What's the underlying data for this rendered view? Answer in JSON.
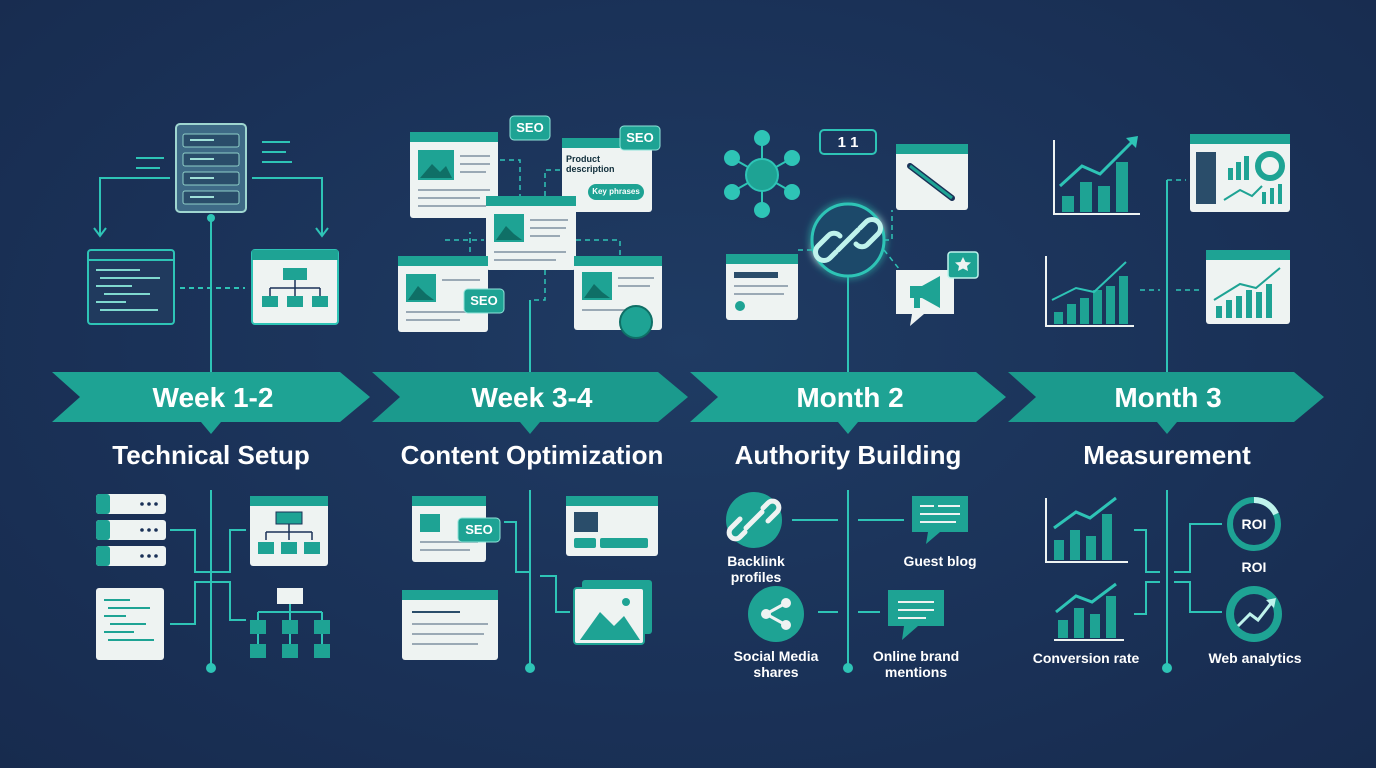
{
  "phases": [
    {
      "label": "Week 1-2",
      "title": "Technical Setup"
    },
    {
      "label": "Week 3-4",
      "title": "Content Optimization"
    },
    {
      "label": "Month 2",
      "title": "Authority Building"
    },
    {
      "label": "Month 3",
      "title": "Measurement"
    }
  ],
  "content_tags": {
    "seo": "SEO",
    "product_description": "Product description",
    "key_phrases": "Key phrases"
  },
  "counter": "1 1",
  "authority_items": {
    "backlink": "Backlink\nprofiles",
    "guest_blog": "Guest blog",
    "social_shares": "Social Media\nshares",
    "brand_mentions": "Online brand\nmentions"
  },
  "measurement_items": {
    "roi_badge": "ROI",
    "roi": "ROI",
    "conversion_rate": "Conversion rate",
    "web_analytics": "Web analytics"
  },
  "colors": {
    "background": "#1b3358",
    "accent": "#1ea394",
    "accent_light": "#2ec4b6",
    "card": "#eef3f2"
  },
  "icons": [
    "server-icon",
    "code-window-icon",
    "sitemap-icon",
    "image-card-icon",
    "seo-tag-icon",
    "share-network-icon",
    "link-icon",
    "chain-icon",
    "megaphone-icon",
    "chat-icon",
    "bar-chart-icon",
    "dashboard-icon",
    "roi-gauge-icon",
    "analytics-icon"
  ]
}
